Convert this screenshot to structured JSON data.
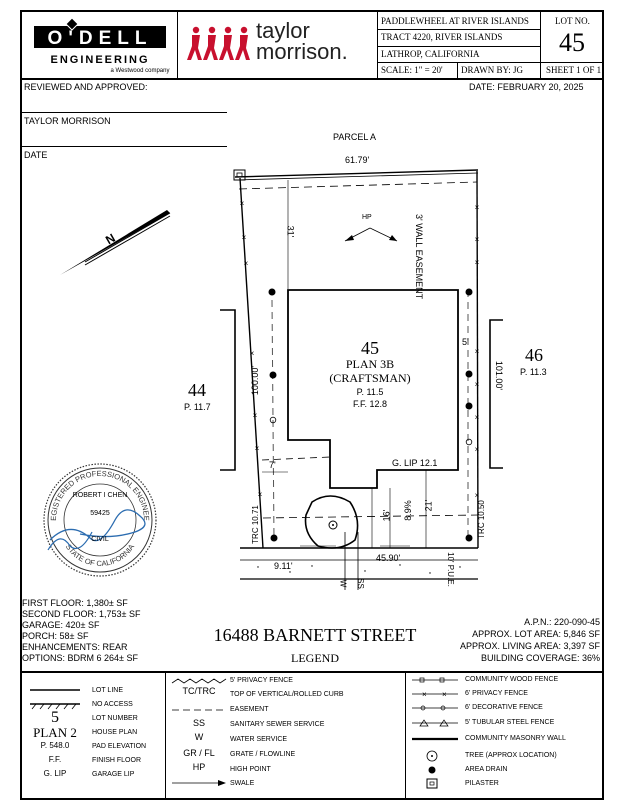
{
  "header": {
    "odell_logo": "O'DELL",
    "engineering": "ENGINEERING",
    "westwood": "a Westwood company",
    "taylor_logo_line1": "taylor",
    "taylor_logo_line2": "morrison.",
    "project": "PADDLEWHEEL AT RIVER ISLANDS",
    "tract": "TRACT 4220, RIVER ISLANDS",
    "city": "LATHROP, CALIFORNIA",
    "scale": "SCALE:   1\" = 20'",
    "drawn_by": "DRAWN BY:   JG",
    "lot_no_label": "LOT NO.",
    "lot_no": "45",
    "sheet": "SHEET 1 OF 1"
  },
  "approval": {
    "reviewed": "REVIEWED AND APPROVED:",
    "date_right": "DATE: FEBRUARY 20, 2025",
    "company": "TAYLOR MORRISON",
    "date_label": "DATE"
  },
  "plan": {
    "parcel": "PARCEL A",
    "top_dim": "61.79'",
    "wall_easement": "3' WALL EASEMENT",
    "setback_31": "31'",
    "hp": "HP",
    "lot_number": "45",
    "plan_name": "PLAN 3B",
    "plan_style": "(CRAFTSMAN)",
    "pad": "P. 11.5",
    "ff": "F.F. 12.8",
    "dim_5": "5'",
    "dim_100": "100.00'",
    "dim_101": "101.00'",
    "dim_7": "7'",
    "glip": "G. LIP  12.1",
    "slope": "8.9%",
    "dim_21": "21'",
    "dim_16": "16'",
    "trc_left": "TRC 10.71",
    "trc_right": "TRC 10.50",
    "dim_9": "9.11'",
    "dim_45": "45.90'",
    "pue": "10' P.U.E.",
    "ss": "SS",
    "w": "W",
    "lot44": "44",
    "lot44_pad": "P. 11.7",
    "lot46": "46",
    "lot46_pad": "P. 11.3",
    "north": "N"
  },
  "stamp": {
    "ring_text": "REGISTERED PROFESSIONAL ENGINEER",
    "name": "ROBERT I CHEN",
    "number": "59425",
    "civil": "CIVIL",
    "state": "STATE OF CALIFORNIA"
  },
  "summary": {
    "first_floor": "FIRST FLOOR: 1,380± SF",
    "second_floor": "SECOND FLOOR: 1,753± SF",
    "garage": "GARAGE: 420± SF",
    "porch": "PORCH: 58± SF",
    "enhancements": "ENHANCEMENTS: REAR",
    "options": "OPTIONS: BDRM 6 264± SF",
    "street": "16488 BARNETT STREET",
    "legend_title": "LEGEND",
    "apn": "A.P.N.: 220-090-45",
    "lot_area": "APPROX. LOT AREA: 5,846 SF",
    "living_area": "APPROX. LIVING AREA: 3,397 SF",
    "coverage": "BUILDING COVERAGE: 36%"
  },
  "legend": {
    "col1": [
      {
        "sym": "",
        "label": "LOT LINE"
      },
      {
        "sym": "",
        "label": "NO ACCESS"
      },
      {
        "sym": "5",
        "label": "LOT NUMBER"
      },
      {
        "sym": "PLAN 2",
        "label": "HOUSE PLAN"
      },
      {
        "sym": "P. 548.0",
        "label": "PAD ELEVATION"
      },
      {
        "sym": "F.F.",
        "label": "FINISH FLOOR"
      },
      {
        "sym": "G. LIP",
        "label": "GARAGE LIP"
      }
    ],
    "col2": [
      {
        "sym": "",
        "label": "5' PRIVACY FENCE"
      },
      {
        "sym": "TC/TRC",
        "label": "TOP OF VERTICAL/ROLLED CURB"
      },
      {
        "sym": "",
        "label": "EASEMENT"
      },
      {
        "sym": "SS",
        "label": "SANITARY SEWER SERVICE"
      },
      {
        "sym": "W",
        "label": "WATER SERVICE"
      },
      {
        "sym": "GR / FL",
        "label": "GRATE / FLOWLINE"
      },
      {
        "sym": "HP",
        "label": "HIGH POINT"
      },
      {
        "sym": "",
        "label": "SWALE"
      }
    ],
    "col3": [
      {
        "label": "COMMUNITY WOOD FENCE"
      },
      {
        "label": "6' PRIVACY FENCE"
      },
      {
        "label": "6' DECORATIVE FENCE"
      },
      {
        "label": "5' TUBULAR STEEL FENCE"
      },
      {
        "label": "COMMUNITY MASONRY WALL"
      },
      {
        "label": "TREE (APPROX LOCATION)"
      },
      {
        "label": "AREA DRAIN"
      },
      {
        "label": "PILASTER"
      }
    ]
  },
  "colors": {
    "brand_red": "#c8102e",
    "stamp_blue": "#2b6cb0"
  }
}
